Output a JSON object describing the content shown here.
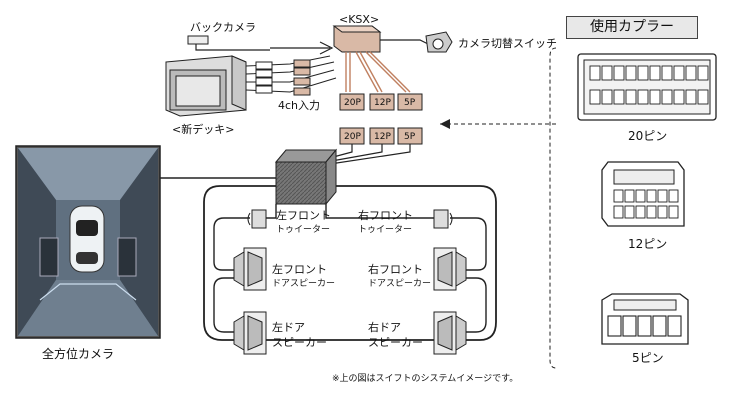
{
  "top": {
    "ksx_label": "<KSX>",
    "back_camera_label": "バックカメラ",
    "camera_switch_label": "カメラ切替スイッチ",
    "input_label": "4ch入力",
    "new_deck_label": "<新デッキ>",
    "plug_labels": [
      "20P",
      "12P",
      "5P"
    ]
  },
  "camera": {
    "label": "全方位カメラ"
  },
  "speakers": {
    "left_front_tweeter": [
      "左フロント",
      "トゥイーター"
    ],
    "right_front_tweeter": [
      "右フロント",
      "トゥイーター"
    ],
    "left_front_door": [
      "左フロント",
      "ドアスピーカー"
    ],
    "right_front_door": [
      "右フロント",
      "ドアスピーカー"
    ],
    "left_door": [
      "左ドア",
      "スピーカー"
    ],
    "right_door": [
      "右ドア",
      "スピーカー"
    ]
  },
  "connectors": {
    "header": "使用カプラー",
    "items": [
      "20ピン",
      "12ピン",
      "5ピン"
    ]
  },
  "footnote": "※上の図はスイフトのシステムイメージです。"
}
